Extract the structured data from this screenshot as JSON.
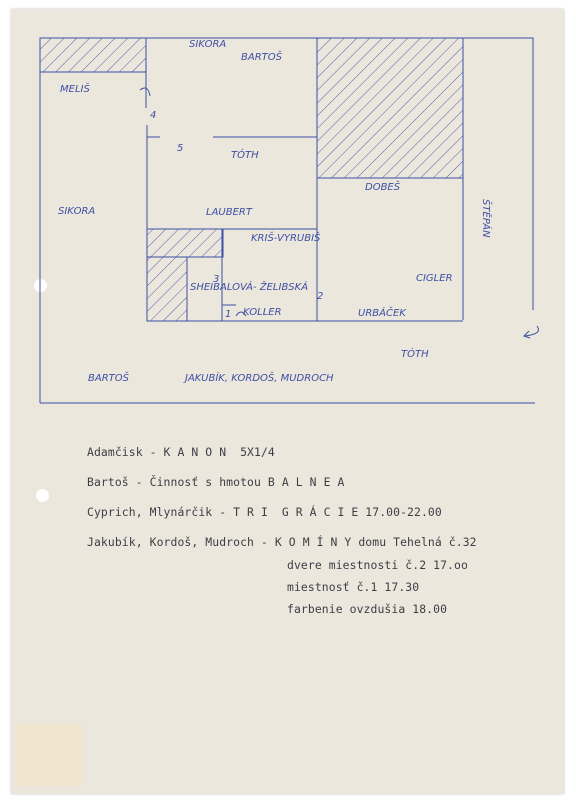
{
  "colors": {
    "paper": "#ece7dc",
    "ink": "#3d4fa5",
    "type": "#3d3d46"
  },
  "plan": {
    "labels": {
      "sikora_top": "SIKORA",
      "bartos_top": "BARTOŠ",
      "melis": "MELIŠ",
      "door_4": "4",
      "door_5": "5",
      "toth_center": "TÓTH",
      "dobes": "DOBEŠ",
      "sikora_left": "SIKORA",
      "laubert": "LAUBERT",
      "kris_vyrubis": "KRIŠ-VYRUBIŠ",
      "stepan": "ŠTĚPÁN",
      "door_3": "3",
      "sheibalova_zelibska": "SHEIBALOVÁ- ŽELIBSKÁ",
      "cigler": "CIGLER",
      "door_2": "2",
      "door_1": "1",
      "koller": "KOLLER",
      "urbacek": "URBÁČEK",
      "toth_right": "TÓTH",
      "bartos_bottom": "BARTOŠ",
      "jakubik_group": "JAKUBÍK, KORDOŠ, MUDROCH"
    }
  },
  "schedule": {
    "line1": "Adamčisk - K A N O N  5X1/4",
    "line2": "Bartoš - Činnosť s hmotou B A L N E A",
    "line3": "Cyprich, Mlynárčik - T R I  G R Á C I E 17.00-22.00",
    "line4": "Jakubík, Kordoš, Mudroch - K O M Í N Y domu Tehelná č.32",
    "line5": "dvere miestnosti č.2 17.oo",
    "line6": "miestnosť č.1 17.30",
    "line7": "farbenie ovzdušia 18.00"
  }
}
